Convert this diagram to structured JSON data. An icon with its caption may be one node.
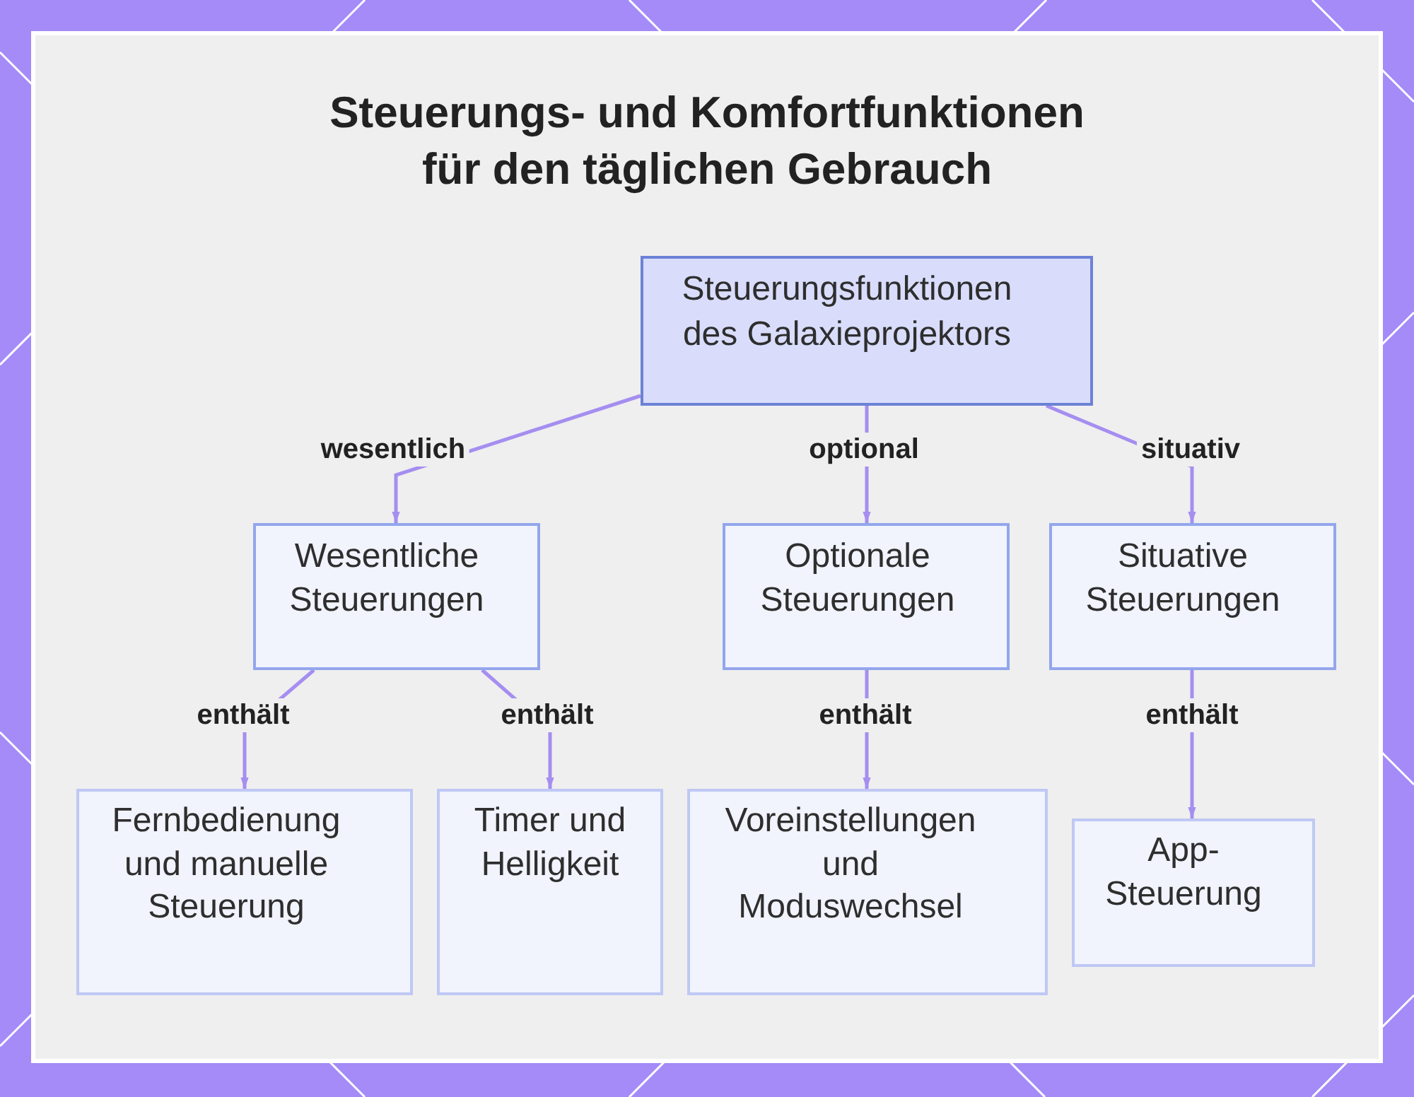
{
  "diagram": {
    "title": "Steuerungs- und Komfortfunktionen für den täglichen Gebrauch",
    "nodes": [
      {
        "text": [
          "Steuerungsfunktionen des Galaxieprojektors"
        ]
      },
      {
        "text": [
          "Wesentliche Steuerungen"
        ]
      },
      {
        "text": [
          "Optionale Steuerungen"
        ]
      },
      {
        "text": [
          "Situative Steuerungen"
        ]
      },
      {
        "text": [
          "Fernbedienung und manuelle Steuerung"
        ]
      },
      {
        "text": [
          "Timer und Helligkeit"
        ]
      },
      {
        "text": [
          "Voreinstellungen und Moduswechsel"
        ]
      },
      {
        "text": [
          "App-Steuerung"
        ]
      }
    ],
    "edges": [
      {
        "from": 0,
        "to": 1,
        "arrow": "to",
        "label": "wesentlich"
      },
      {
        "from": 0,
        "to": 2,
        "arrow": "to",
        "label": "optional"
      },
      {
        "from": 0,
        "to": 3,
        "arrow": "to",
        "label": "situativ"
      },
      {
        "from": 1,
        "to": 4,
        "arrow": "to",
        "label": "enthält"
      },
      {
        "from": 1,
        "to": 5,
        "arrow": "to",
        "label": "enthält"
      },
      {
        "from": 2,
        "to": 6,
        "arrow": "to",
        "label": "enthält"
      },
      {
        "from": 3,
        "to": 7,
        "arrow": "to",
        "label": "enthält"
      }
    ]
  }
}
